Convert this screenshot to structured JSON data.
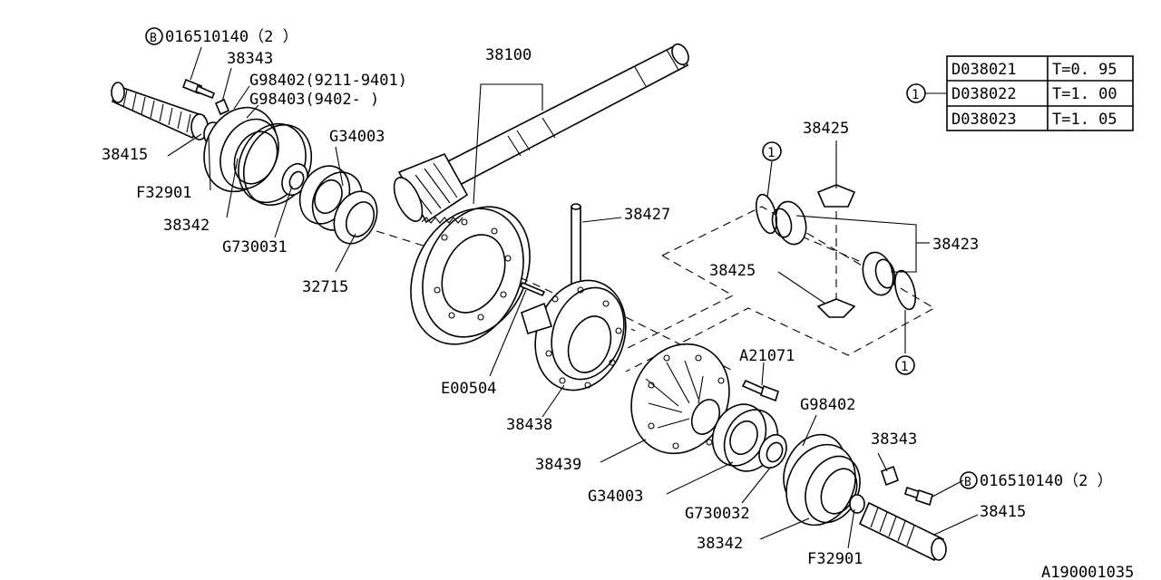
{
  "diagram_id": "A190001035",
  "labels": {
    "bolt_left": "016510140（2 ）",
    "bolt_right": "016510140（2 ）",
    "bolt_badge": "B",
    "p38343_left": "38343",
    "p38343_right": "38343",
    "g98402_a": "G98402(9211-9401)",
    "g98403": "G98403(9402-     )",
    "g98402_b": "G98402",
    "p38100": "38100",
    "p38415_left": "38415",
    "p38415_right": "38415",
    "f32901_left": "F32901",
    "f32901_right": "F32901",
    "p38342_left": "38342",
    "p38342_right": "38342",
    "g34003_left": "G34003",
    "g34003_right": "G34003",
    "g730031": "G730031",
    "g730032": "G730032",
    "p32715": "32715",
    "p38427": "38427",
    "p38425_top": "38425",
    "p38425_bottom": "38425",
    "p38423": "38423",
    "e00504": "E00504",
    "p38438": "38438",
    "p38439": "38439",
    "a21071": "A21071",
    "callout": "1"
  },
  "shim_table": {
    "callout": "1",
    "rows": [
      {
        "part": "D038021",
        "thickness": "T=0. 95"
      },
      {
        "part": "D038022",
        "thickness": "T=1. 00"
      },
      {
        "part": "D038023",
        "thickness": "T=1. 05"
      }
    ]
  }
}
